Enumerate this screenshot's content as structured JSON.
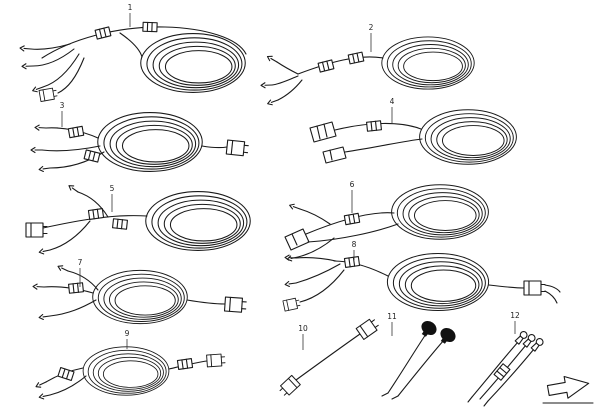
{
  "diagram": {
    "background_color": "#ffffff",
    "line_color": "#1a1a1a",
    "items": [
      {
        "label": "1"
      },
      {
        "label": "2"
      },
      {
        "label": "3"
      },
      {
        "label": "4"
      },
      {
        "label": "5"
      },
      {
        "label": "6"
      },
      {
        "label": "7"
      },
      {
        "label": "8"
      },
      {
        "label": "9"
      },
      {
        "label": "10"
      },
      {
        "label": "11"
      },
      {
        "label": "12"
      }
    ],
    "icons": {
      "direction_arrow": "direction-arrow"
    }
  }
}
